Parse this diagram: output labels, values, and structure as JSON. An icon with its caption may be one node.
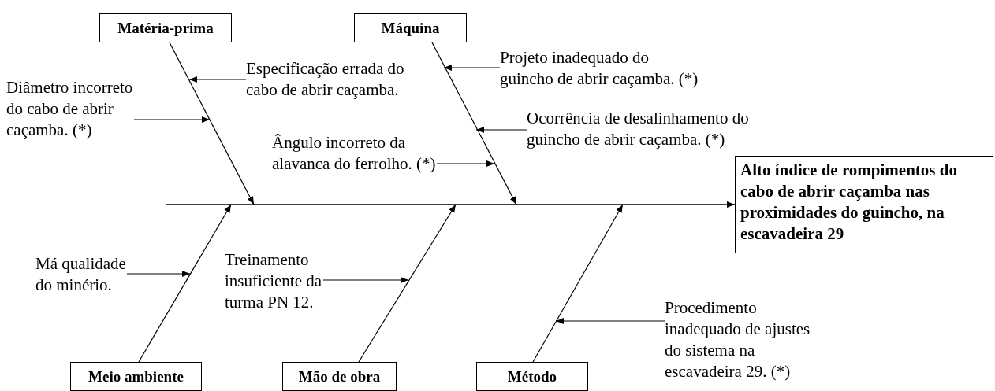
{
  "diagram": {
    "nodes": [
      {
        "text": [
          "Matéria-prima"
        ]
      },
      {
        "text": [
          "Máquina"
        ]
      },
      {
        "text": [
          "Meio ambiente"
        ]
      },
      {
        "text": [
          "Mão de obra"
        ]
      },
      {
        "text": [
          "Método"
        ]
      },
      {
        "text": [
          "Alto índice de rompimentos do cabo de abrir caçamba nas proximidades do guincho, na escavadeira 29"
        ]
      },
      {
        "text": [
          "Diâmetro incorreto do cabo de abrir caçamba. (*)"
        ]
      },
      {
        "text": [
          "Especificação errada do cabo de abrir caçamba."
        ]
      },
      {
        "text": [
          "Ângulo incorreto da alavanca do ferrolho. (*)"
        ]
      },
      {
        "text": [
          "Projeto inadequado do guincho de abrir caçamba. (*)"
        ]
      },
      {
        "text": [
          "Ocorrência de desalinhamento do guincho de abrir caçamba. (*)"
        ]
      },
      {
        "text": [
          "Má qualidade do minério."
        ]
      },
      {
        "text": [
          "Treinamento insuficiente da turma PN 12."
        ]
      },
      {
        "text": [
          "Procedimento inadequado de ajustes do sistema na escavadeira 29. (*)"
        ]
      }
    ],
    "edges": [
      {
        "from": null,
        "to": 5,
        "arrow": "to"
      },
      {
        "from": 0,
        "to": null,
        "arrow": "to"
      },
      {
        "from": 1,
        "to": null,
        "arrow": "to"
      },
      {
        "from": 2,
        "to": null,
        "arrow": "to"
      },
      {
        "from": 3,
        "to": null,
        "arrow": "to"
      },
      {
        "from": 4,
        "to": null,
        "arrow": "to"
      },
      {
        "from": 6,
        "to": null,
        "arrow": "to"
      },
      {
        "from": 7,
        "to": null,
        "arrow": "to"
      },
      {
        "from": 8,
        "to": null,
        "arrow": "to"
      },
      {
        "from": 9,
        "to": null,
        "arrow": "to"
      },
      {
        "from": 10,
        "to": null,
        "arrow": "to"
      },
      {
        "from": 11,
        "to": null,
        "arrow": "to"
      },
      {
        "from": 12,
        "to": null,
        "arrow": "to"
      },
      {
        "from": 13,
        "to": null,
        "arrow": "to"
      }
    ]
  }
}
